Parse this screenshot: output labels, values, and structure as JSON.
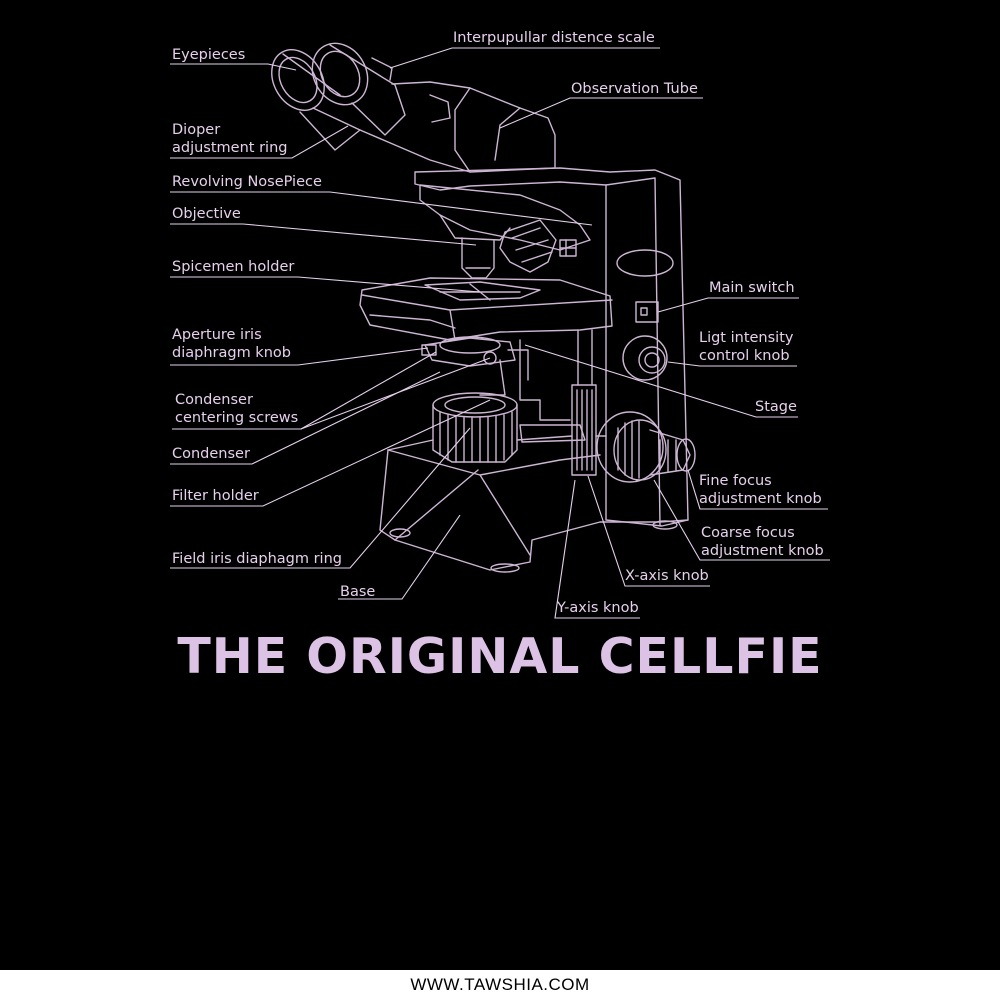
{
  "diagram": {
    "labels": {
      "eyepieces": "Eyepieces",
      "interpupillary": "Interpupullar distence scale",
      "observation_tube": "Observation Tube",
      "dioper_1": "Dioper",
      "dioper_2": "adjustment ring",
      "nosepiece": "Revolving NosePiece",
      "objective": "Objective",
      "specimen_holder": "Spicemen holder",
      "main_switch": "Main switch",
      "aperture_1": "Aperture iris",
      "aperture_2": "diaphragm knob",
      "light_1": "Ligt intensity",
      "light_2": "control knob",
      "condenser_screws_1": "Condenser",
      "condenser_screws_2": "centering screws",
      "stage": "Stage",
      "condenser": "Condenser",
      "fine_focus_1": "Fine focus",
      "fine_focus_2": "adjustment knob",
      "filter_holder": "Filter holder",
      "coarse_focus_1": "Coarse focus",
      "coarse_focus_2": "adjustment knob",
      "field_iris": "Field iris diaphagm ring",
      "x_axis_knob": "X-axis knob",
      "base": "Base",
      "y_axis_knob": "Y-axis knob"
    }
  },
  "title": "THE ORIGINAL CELLFIE",
  "footer": "WWW.TAWSHIA.COM",
  "colors": {
    "background": "#000000",
    "line": "#e6d0ec",
    "title": "#dcc3e6",
    "footer_bg": "#ffffff"
  }
}
